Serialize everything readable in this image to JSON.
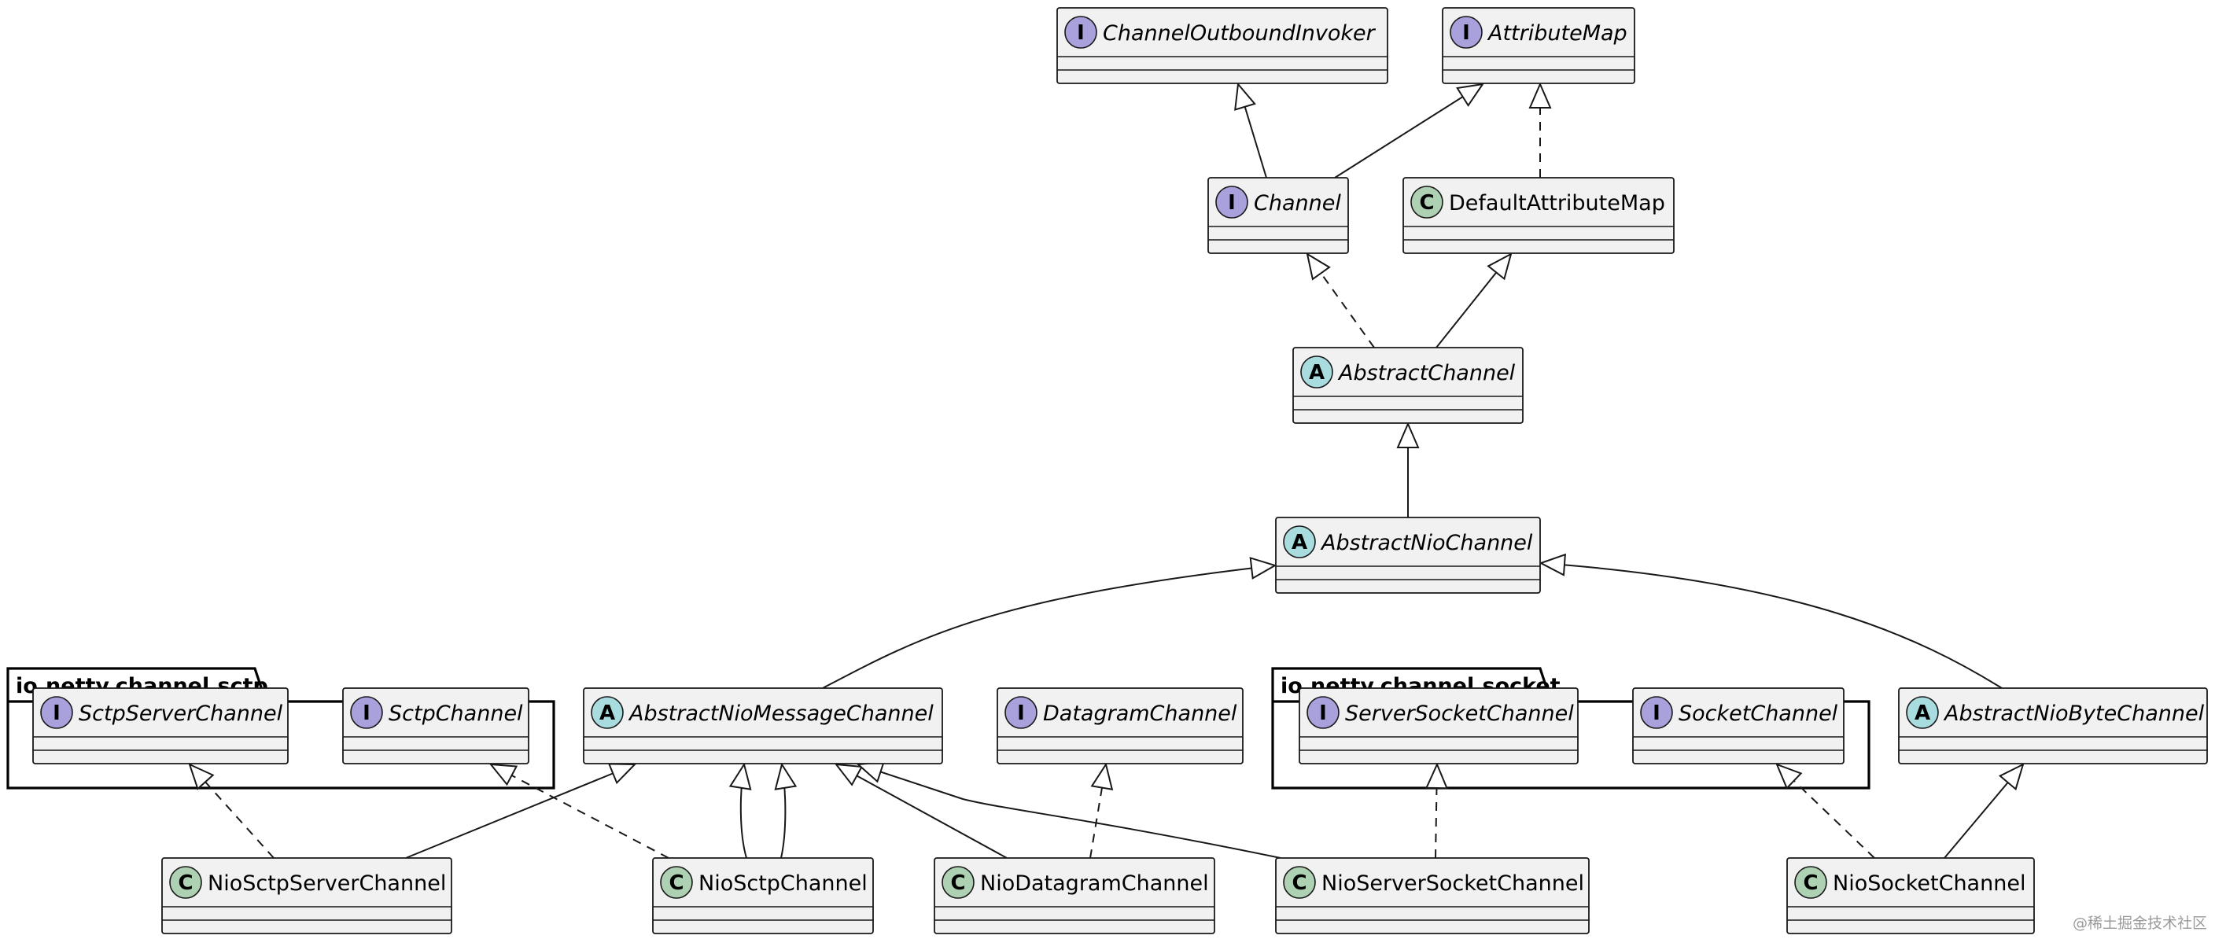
{
  "colors": {
    "interface_badge": "#A9A1DC",
    "abstract_badge": "#A9DCDF",
    "class_badge": "#ADD1B2",
    "box_fill": "#F1F1F1",
    "line": "#181818"
  },
  "packages": [
    {
      "id": "pkg_sctp",
      "name": "io.netty.channel.sctp"
    },
    {
      "id": "pkg_socket",
      "name": "io.netty.channel.socket"
    }
  ],
  "classes": [
    {
      "id": "ChannelOutboundInvoker",
      "name": "ChannelOutboundInvoker",
      "kind": "I"
    },
    {
      "id": "AttributeMap",
      "name": "AttributeMap",
      "kind": "I"
    },
    {
      "id": "Channel",
      "name": "Channel",
      "kind": "I"
    },
    {
      "id": "DefaultAttributeMap",
      "name": "DefaultAttributeMap",
      "kind": "C"
    },
    {
      "id": "AbstractChannel",
      "name": "AbstractChannel",
      "kind": "A"
    },
    {
      "id": "AbstractNioChannel",
      "name": "AbstractNioChannel",
      "kind": "A"
    },
    {
      "id": "SctpServerChannel",
      "name": "SctpServerChannel",
      "kind": "I"
    },
    {
      "id": "SctpChannel",
      "name": "SctpChannel",
      "kind": "I"
    },
    {
      "id": "AbstractNioMessageChannel",
      "name": "AbstractNioMessageChannel",
      "kind": "A"
    },
    {
      "id": "DatagramChannel",
      "name": "DatagramChannel",
      "kind": "I"
    },
    {
      "id": "ServerSocketChannel",
      "name": "ServerSocketChannel",
      "kind": "I"
    },
    {
      "id": "SocketChannel",
      "name": "SocketChannel",
      "kind": "I"
    },
    {
      "id": "AbstractNioByteChannel",
      "name": "AbstractNioByteChannel",
      "kind": "A"
    },
    {
      "id": "NioSctpServerChannel",
      "name": "NioSctpServerChannel",
      "kind": "C"
    },
    {
      "id": "NioSctpChannel",
      "name": "NioSctpChannel",
      "kind": "C"
    },
    {
      "id": "NioDatagramChannel",
      "name": "NioDatagramChannel",
      "kind": "C"
    },
    {
      "id": "NioServerSocketChannel",
      "name": "NioServerSocketChannel",
      "kind": "C"
    },
    {
      "id": "NioSocketChannel",
      "name": "NioSocketChannel",
      "kind": "C"
    }
  ],
  "relations": [
    {
      "from": "Channel",
      "to": "ChannelOutboundInvoker",
      "type": "extends"
    },
    {
      "from": "Channel",
      "to": "AttributeMap",
      "type": "extends"
    },
    {
      "from": "DefaultAttributeMap",
      "to": "AttributeMap",
      "type": "implements"
    },
    {
      "from": "AbstractChannel",
      "to": "Channel",
      "type": "implements"
    },
    {
      "from": "AbstractChannel",
      "to": "DefaultAttributeMap",
      "type": "extends"
    },
    {
      "from": "AbstractNioChannel",
      "to": "AbstractChannel",
      "type": "extends"
    },
    {
      "from": "AbstractNioMessageChannel",
      "to": "AbstractNioChannel",
      "type": "extends"
    },
    {
      "from": "AbstractNioByteChannel",
      "to": "AbstractNioChannel",
      "type": "extends"
    },
    {
      "from": "NioSctpServerChannel",
      "to": "SctpServerChannel",
      "type": "implements"
    },
    {
      "from": "NioSctpServerChannel",
      "to": "AbstractNioMessageChannel",
      "type": "extends"
    },
    {
      "from": "NioSctpChannel",
      "to": "SctpChannel",
      "type": "implements"
    },
    {
      "from": "NioSctpChannel",
      "to": "AbstractNioMessageChannel",
      "type": "extends"
    },
    {
      "from": "NioSctpChannel",
      "to": "AbstractNioMessageChannel",
      "type": "extends"
    },
    {
      "from": "NioDatagramChannel",
      "to": "AbstractNioMessageChannel",
      "type": "extends"
    },
    {
      "from": "NioDatagramChannel",
      "to": "DatagramChannel",
      "type": "implements"
    },
    {
      "from": "NioServerSocketChannel",
      "to": "AbstractNioMessageChannel",
      "type": "extends"
    },
    {
      "from": "NioServerSocketChannel",
      "to": "ServerSocketChannel",
      "type": "implements"
    },
    {
      "from": "NioSocketChannel",
      "to": "SocketChannel",
      "type": "implements"
    },
    {
      "from": "NioSocketChannel",
      "to": "AbstractNioByteChannel",
      "type": "extends"
    }
  ],
  "watermark": "@稀土掘金技术社区"
}
